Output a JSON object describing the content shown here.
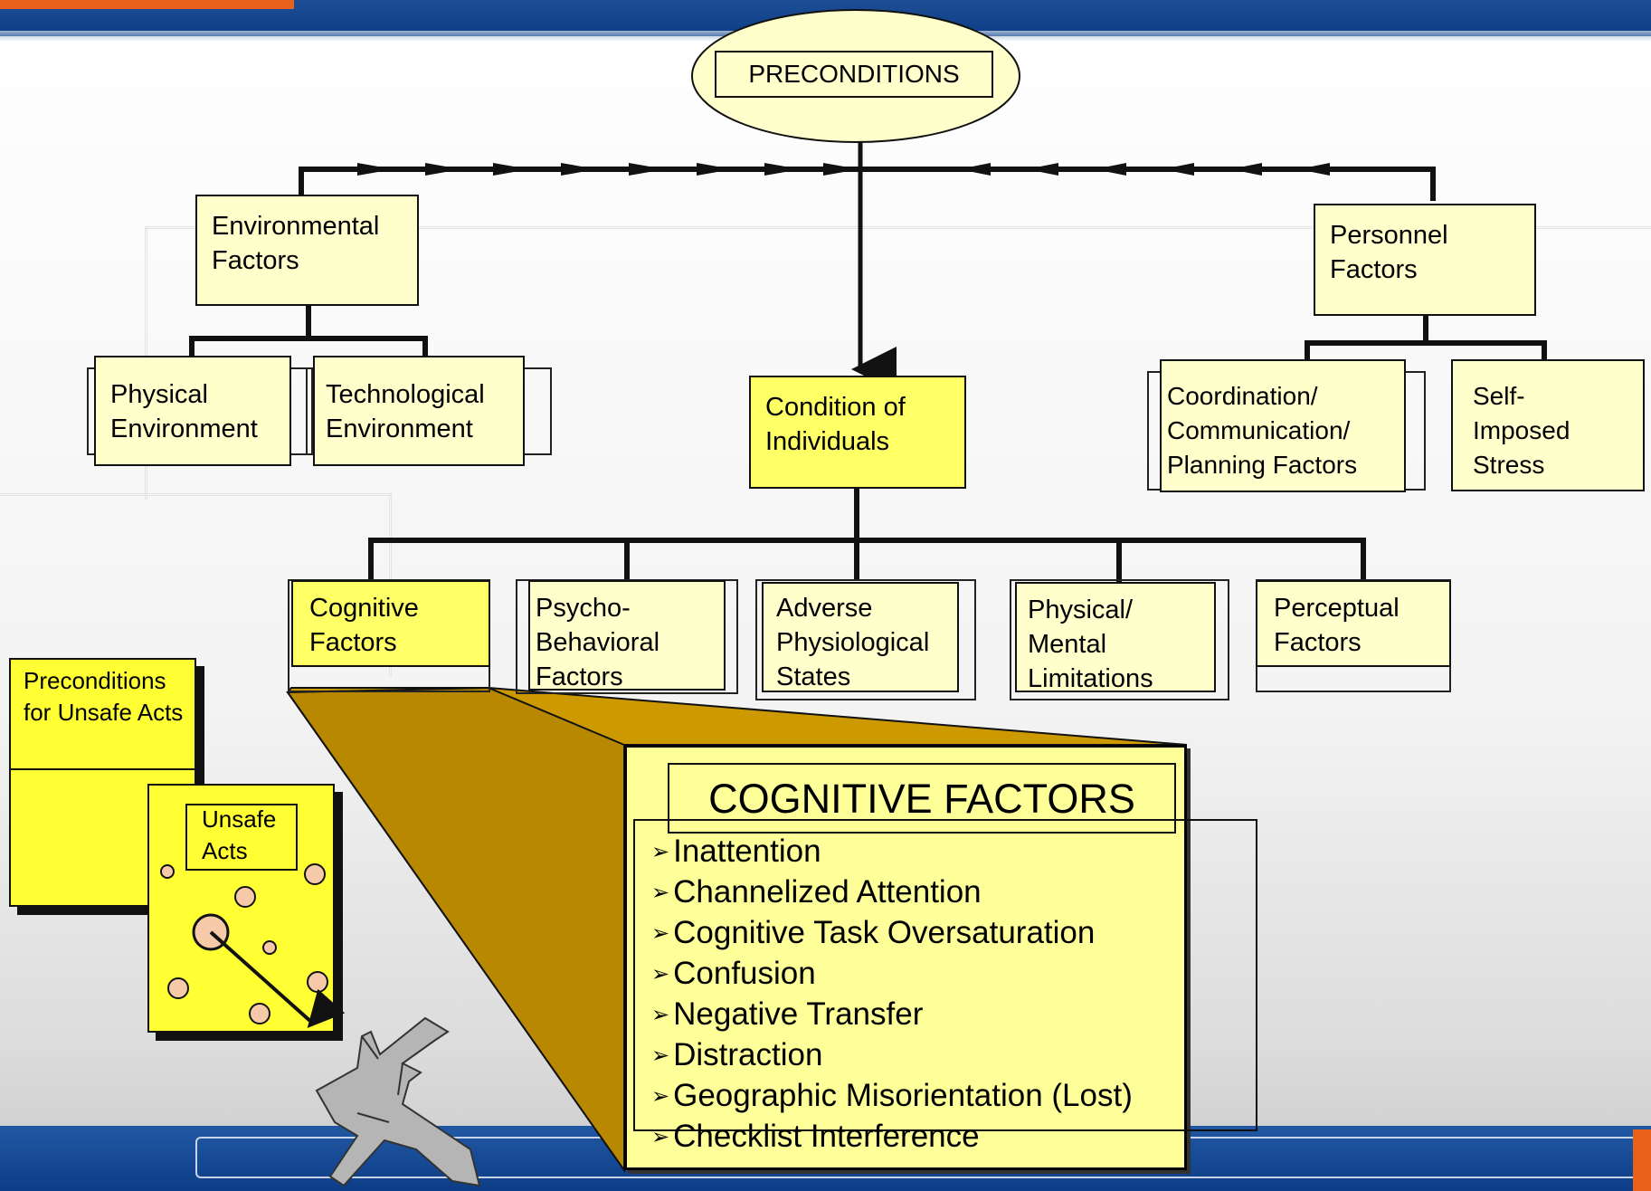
{
  "root": {
    "label": "PRECONDITIONS"
  },
  "categories": {
    "environmental": {
      "label": "Environmental\nFactors"
    },
    "condition": {
      "label": "Condition of\nIndividuals"
    },
    "personnel": {
      "label": "Personnel\nFactors"
    }
  },
  "environmental_children": [
    {
      "label": "Physical\nEnvironment"
    },
    {
      "label": "Technological\nEnvironment"
    }
  ],
  "personnel_children": [
    {
      "label": "Coordination/\nCommunication/\nPlanning Factors"
    },
    {
      "label": "Self-\nImposed\nStress"
    }
  ],
  "condition_children": [
    {
      "label": "Cognitive\nFactors"
    },
    {
      "label": "Psycho-\nBehavioral\nFactors"
    },
    {
      "label": "Adverse\nPhysiological\nStates"
    },
    {
      "label": "Physical/\nMental\nLimitations"
    },
    {
      "label": "Perceptual\nFactors"
    }
  ],
  "detail": {
    "title": "COGNITIVE FACTORS",
    "items": [
      "Inattention",
      "Channelized Attention",
      "Cognitive Task Oversaturation",
      "Confusion",
      "Negative Transfer",
      "Distraction",
      "Geographic Misorientation (Lost)",
      "Checklist Interference"
    ]
  },
  "mini_cards": {
    "preconditions": "Preconditions\nfor\n Unsafe Acts",
    "unsafe_acts": "Unsafe\nActs"
  },
  "colors": {
    "node_fill": "#ffffcc",
    "node_bright": "#ffff66",
    "callout_fill": "#cc9900",
    "banner_blue": "#0d3d86",
    "accent_orange": "#e8611a"
  }
}
